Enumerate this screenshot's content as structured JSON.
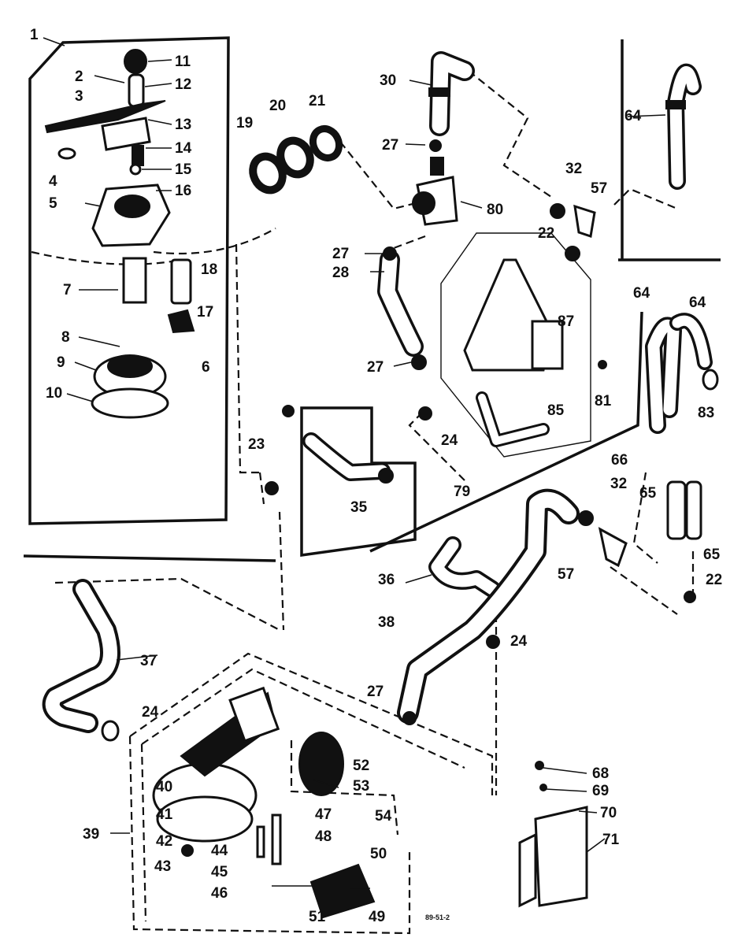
{
  "labels": {
    "l1": "1",
    "l2": "2",
    "l3": "3",
    "l4": "4",
    "l5": "5",
    "l6": "6",
    "l7": "7",
    "l8": "8",
    "l9": "9",
    "l10": "10",
    "l11": "11",
    "l12": "12",
    "l13": "13",
    "l14": "14",
    "l15": "15",
    "l16": "16",
    "l17": "17",
    "l18": "18",
    "l19": "19",
    "l20": "20",
    "l21": "21",
    "l22a": "22",
    "l22b": "22",
    "l23": "23",
    "l24a": "24",
    "l24b": "24",
    "l24c": "24",
    "l27a": "27",
    "l27b": "27",
    "l27c": "27",
    "l27d": "27",
    "l28": "28",
    "l30": "30",
    "l32a": "32",
    "l32b": "32",
    "l35": "35",
    "l36": "36",
    "l37": "37",
    "l38": "38",
    "l39": "39",
    "l40": "40",
    "l41": "41",
    "l42": "42",
    "l43": "43",
    "l44": "44",
    "l45": "45",
    "l46": "46",
    "l47": "47",
    "l48": "48",
    "l49": "49",
    "l50": "50",
    "l51": "51",
    "l52": "52",
    "l53": "53",
    "l54": "54",
    "l57a": "57",
    "l57b": "57",
    "l64a": "64",
    "l64b": "64",
    "l64c": "64",
    "l65a": "65",
    "l65b": "65",
    "l66": "66",
    "l68": "68",
    "l69": "69",
    "l70": "70",
    "l71": "71",
    "l79": "79",
    "l80": "80",
    "l81": "81",
    "l83": "83",
    "l85": "85",
    "l87": "87"
  },
  "footer_code": "89-51-2"
}
